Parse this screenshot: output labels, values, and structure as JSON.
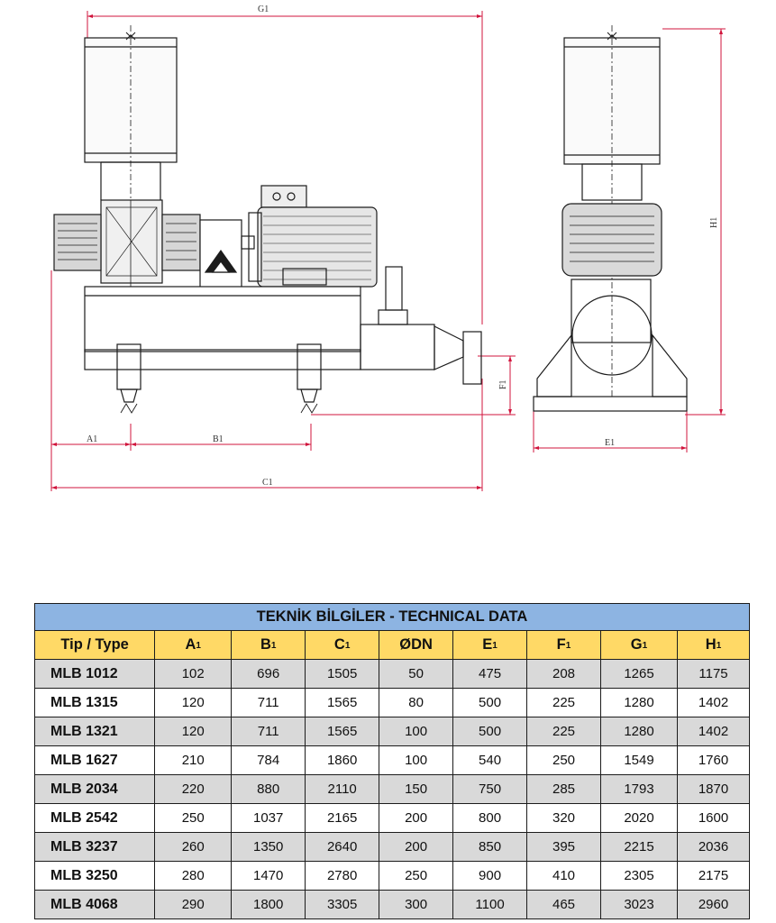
{
  "drawing": {
    "dimension_labels": {
      "g1": "G1",
      "h1": "H1",
      "a1": "A1",
      "b1": "B1",
      "c1": "C1",
      "e1": "E1",
      "f1": "F1"
    }
  },
  "table": {
    "title": "TEKNİK BİLGİLER - TECHNICAL DATA",
    "headers": [
      "Tip / Type",
      "A1",
      "B1",
      "C1",
      "ØDN",
      "E1",
      "F1",
      "G1",
      "H1"
    ],
    "rows": [
      [
        "MLB 1012",
        "102",
        "696",
        "1505",
        "50",
        "475",
        "208",
        "1265",
        "1175"
      ],
      [
        "MLB 1315",
        "120",
        "711",
        "1565",
        "80",
        "500",
        "225",
        "1280",
        "1402"
      ],
      [
        "MLB 1321",
        "120",
        "711",
        "1565",
        "100",
        "500",
        "225",
        "1280",
        "1402"
      ],
      [
        "MLB 1627",
        "210",
        "784",
        "1860",
        "100",
        "540",
        "250",
        "1549",
        "1760"
      ],
      [
        "MLB 2034",
        "220",
        "880",
        "2110",
        "150",
        "750",
        "285",
        "1793",
        "1870"
      ],
      [
        "MLB 2542",
        "250",
        "1037",
        "2165",
        "200",
        "800",
        "320",
        "2020",
        "1600"
      ],
      [
        "MLB 3237",
        "260",
        "1350",
        "2640",
        "200",
        "850",
        "395",
        "2215",
        "2036"
      ],
      [
        "MLB 3250",
        "280",
        "1470",
        "2780",
        "250",
        "900",
        "410",
        "2305",
        "2175"
      ],
      [
        "MLB 4068",
        "290",
        "1800",
        "3305",
        "300",
        "1100",
        "465",
        "3023",
        "2960"
      ]
    ]
  },
  "colors": {
    "title_bg": "#8db4e2",
    "header_bg": "#ffd966",
    "shaded_row_bg": "#d9d9d9",
    "line": "#1c1c1c",
    "dimension_line": "#d0143c"
  }
}
